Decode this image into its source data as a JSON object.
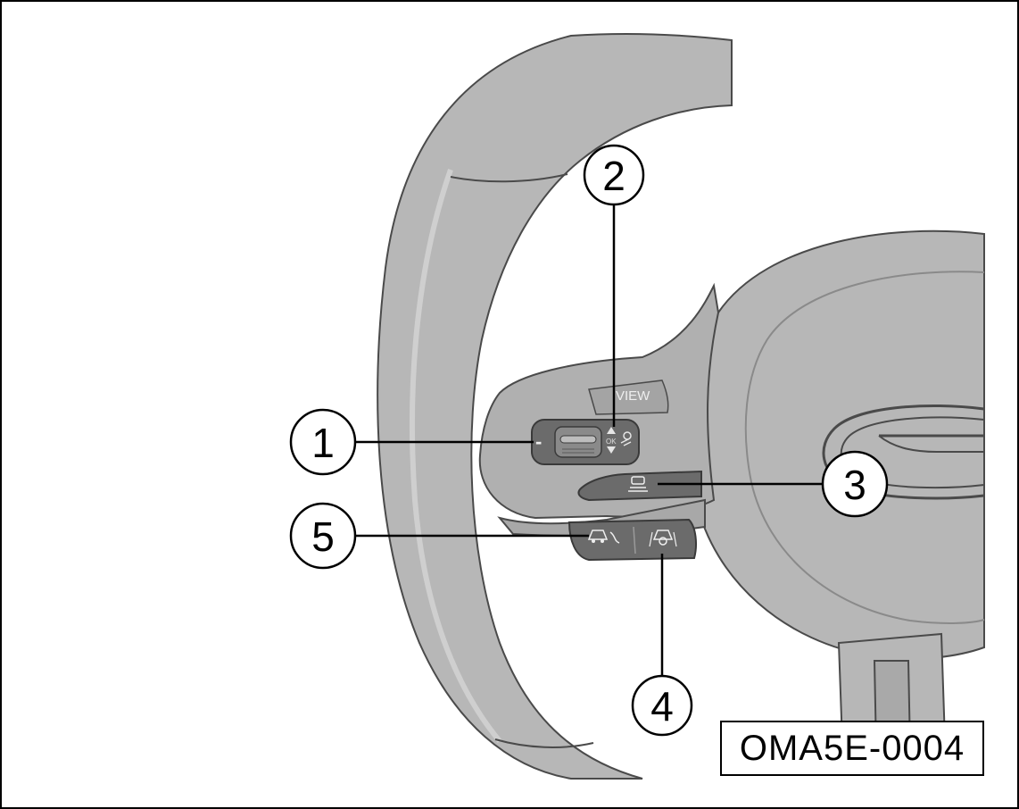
{
  "figure_code": "OMA5E-0004",
  "callouts": [
    {
      "id": "1",
      "label": "1"
    },
    {
      "id": "2",
      "label": "2"
    },
    {
      "id": "3",
      "label": "3"
    },
    {
      "id": "4",
      "label": "4"
    },
    {
      "id": "5",
      "label": "5"
    }
  ],
  "button_labels": {
    "view": "VIEW",
    "ok": "OK",
    "minus": "-"
  },
  "icons": {
    "left_scroll_wheel": "scroll-wheel-icon",
    "up_arrow": "triangle-up-icon",
    "down_arrow": "triangle-down-icon",
    "voice": "voice-command-icon",
    "adaptive_cruise": "adaptive-cruise-icon",
    "lane_keep_assist": "lane-keep-assist-icon",
    "driver_assist": "driving-assist-icon"
  },
  "colors": {
    "wheel_fill": "#b7b7b7",
    "wheel_shade": "#9e9e9e",
    "wheel_outline": "#4a4a4a",
    "button_fill": "#6b6b6b",
    "leader_line": "#000000",
    "background": "#ffffff"
  }
}
